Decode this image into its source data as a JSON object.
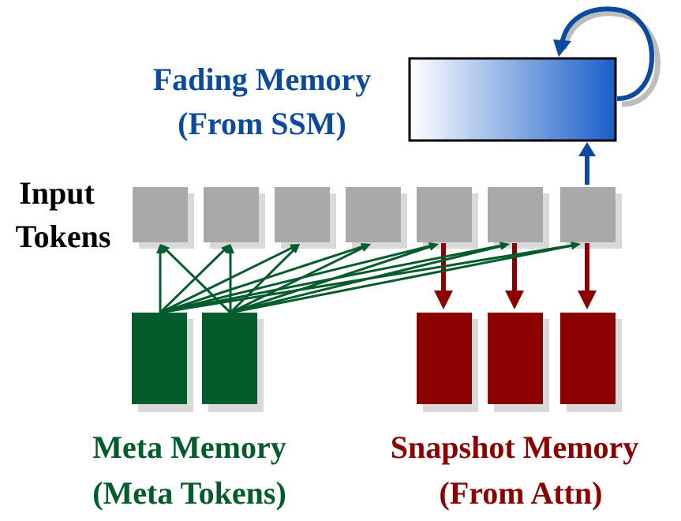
{
  "labels": {
    "fading_line1": "Fading Memory",
    "fading_line2": "(From SSM)",
    "input_line1": "Input",
    "input_line2": "Tokens",
    "meta_line1": "Meta Memory",
    "meta_line2": "(Meta Tokens)",
    "snapshot_line1": "Snapshot Memory",
    "snapshot_line2": "(From Attn)"
  },
  "colors": {
    "blue": "#0b4a9c",
    "green": "#045c2c",
    "red": "#8b0000",
    "token_gray": "#a9a9a9",
    "shadow_gray": "#d9d9d9"
  },
  "structure": {
    "input_token_count": 7,
    "meta_token_count": 2,
    "snapshot_token_count": 3
  }
}
